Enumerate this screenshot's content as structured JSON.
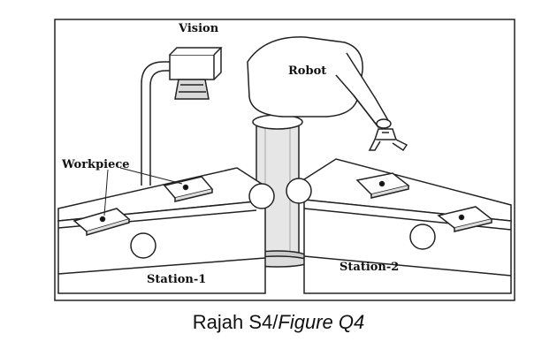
{
  "labels": {
    "vision": "Vision",
    "robot": "Robot",
    "workpiece": "Workpiece",
    "station1": "Station-1",
    "station2": "Station-2"
  },
  "caption": {
    "main": "Rajah S4/",
    "italic": "Figure Q4"
  }
}
